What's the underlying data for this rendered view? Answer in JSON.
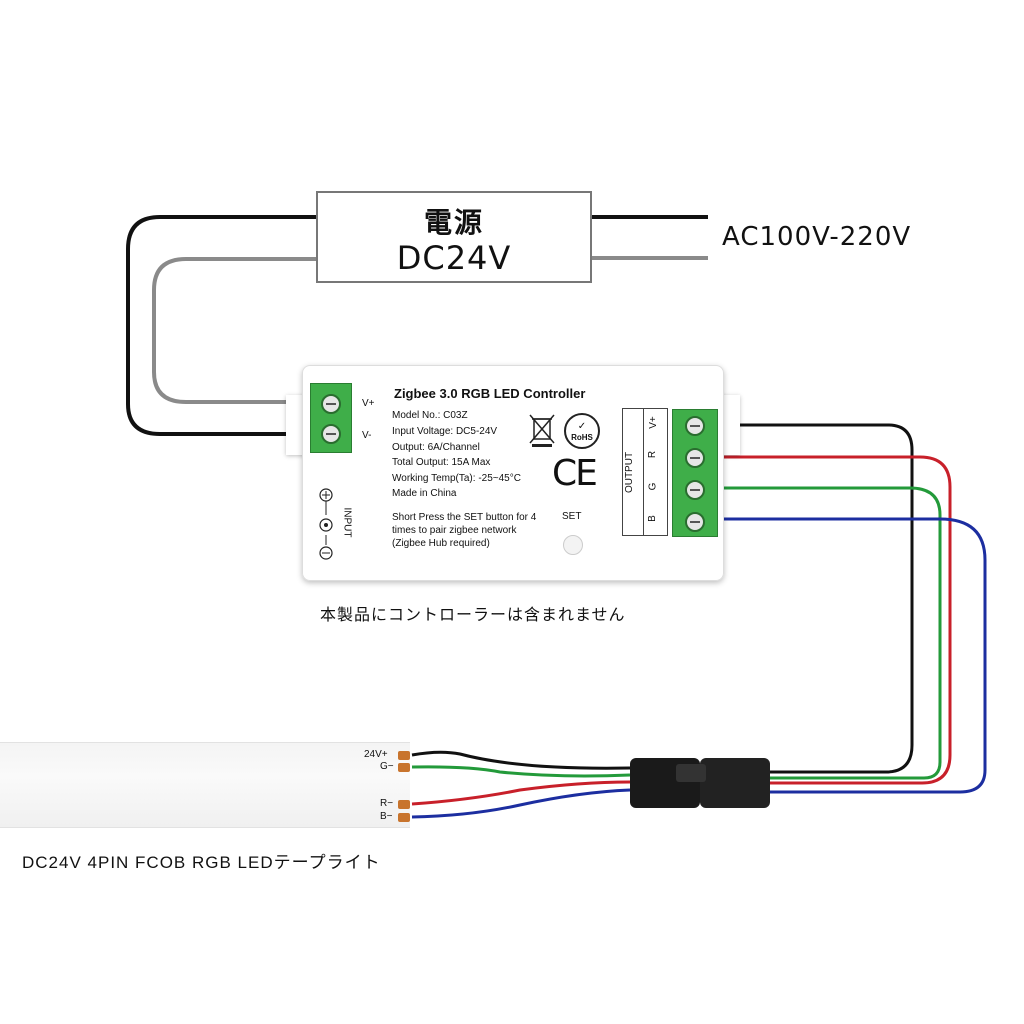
{
  "power_supply": {
    "line1": "電源",
    "line2": "DC24V"
  },
  "ac_input_label": "AC100V-220V",
  "controller": {
    "title": "Zigbee 3.0 RGB LED Controller",
    "specs": [
      "Model No.: C03Z",
      "Input Voltage: DC5-24V",
      "Output: 6A/Channel",
      "Total Output: 15A Max",
      "Working Temp(Ta): -25~45°C",
      "Made in China"
    ],
    "note": [
      "Short Press the SET button for 4",
      "times to pair zigbee network",
      "(Zigbee Hub required)"
    ],
    "set_label": "SET",
    "input_label": "INPUT",
    "input_pins": [
      "V+",
      "V-"
    ],
    "output_label": "OUTPUT",
    "output_pins": [
      "V+",
      "R",
      "G",
      "B"
    ],
    "ce_mark": "CE",
    "rohs_mark": "RoHS"
  },
  "controller_caption": "本製品にコントローラーは含まれません",
  "strip_pins": [
    "24V+",
    "G−",
    "R−",
    "B−"
  ],
  "strip_caption": "DC24V 4PIN FCOB RGB LEDテープライト",
  "wire_colors": {
    "black": "#111111",
    "gray": "#8a8a8a",
    "red": "#c8202a",
    "green": "#239a3a",
    "blue": "#1c2ea0"
  }
}
